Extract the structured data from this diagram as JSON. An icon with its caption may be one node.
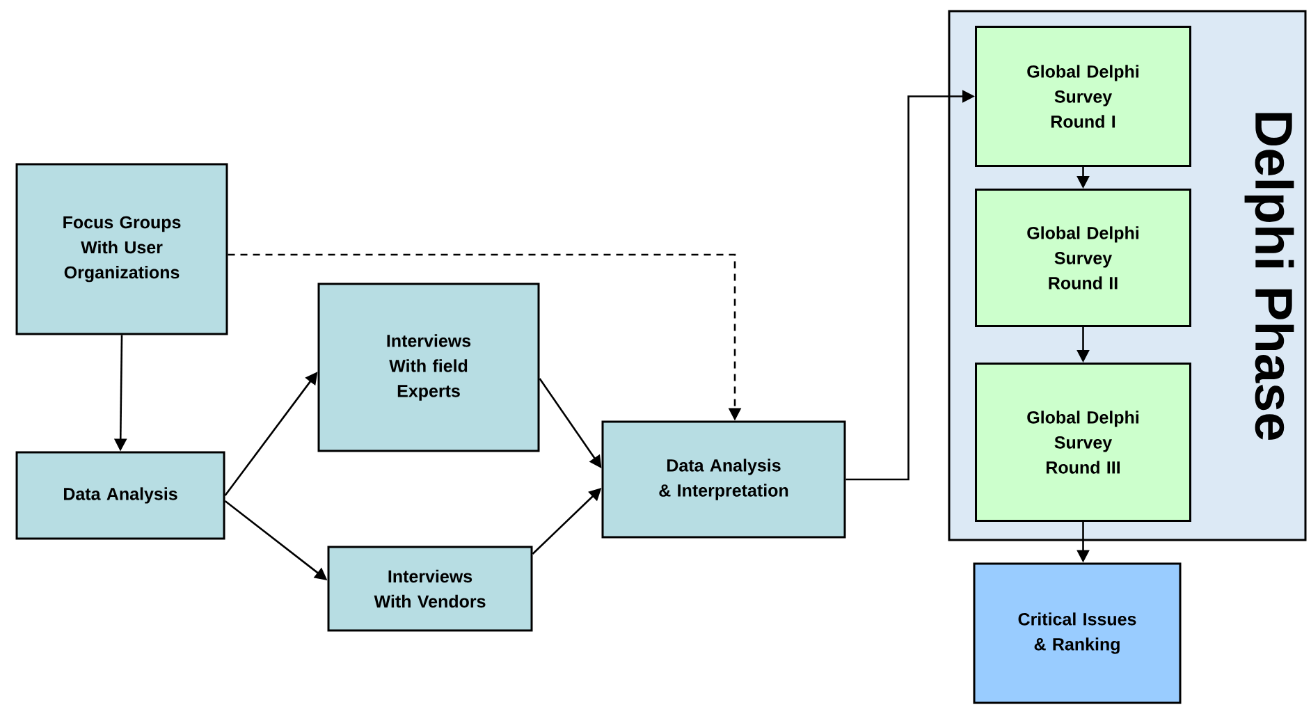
{
  "diagram": {
    "nodes": [
      {
        "text": [
          "Focus Groups With User Organizations"
        ]
      },
      {
        "text": [
          "Data Analysis"
        ]
      },
      {
        "text": [
          "Interviews With field Experts"
        ]
      },
      {
        "text": [
          "Interviews With Vendors"
        ]
      },
      {
        "text": [
          "Data Analysis & Interpretation"
        ]
      },
      {
        "text": [
          "Delphi Phase"
        ]
      },
      {
        "text": [
          "Global Delphi Survey Round I"
        ],
        "in": 5
      },
      {
        "text": [
          "Global Delphi Survey Round II"
        ],
        "in": 5
      },
      {
        "text": [
          "Global Delphi Survey Round III"
        ],
        "in": 5
      },
      {
        "text": [
          "Critical Issues & Ranking"
        ]
      }
    ],
    "edges": [
      {
        "from": 0,
        "to": 1,
        "arrow": "to"
      },
      {
        "from": 1,
        "to": 2,
        "arrow": "to"
      },
      {
        "from": 1,
        "to": 3,
        "arrow": "to"
      },
      {
        "from": 2,
        "to": 4,
        "arrow": "to"
      },
      {
        "from": 3,
        "to": 4,
        "arrow": "to"
      },
      {
        "from": 0,
        "to": 4,
        "arrow": "to",
        "style": "dashed"
      },
      {
        "from": 4,
        "to": 6,
        "arrow": "to"
      },
      {
        "from": 6,
        "to": 7,
        "arrow": "to"
      },
      {
        "from": 7,
        "to": 8,
        "arrow": "to"
      },
      {
        "from": 8,
        "to": 9,
        "arrow": "to"
      }
    ]
  }
}
